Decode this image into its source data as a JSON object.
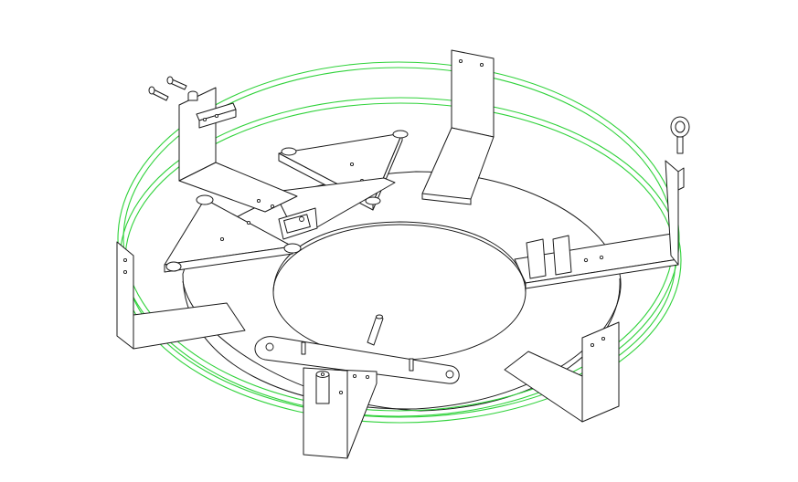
{
  "colors": {
    "line": "#1a1a1a",
    "ring": "#2fd23a",
    "background": "#ffffff"
  },
  "parts": [
    "base-plate",
    "center-disc",
    "outer-ring",
    "triangle-bracket-top",
    "triangle-bracket-left",
    "l-bracket-top-center",
    "l-bracket-top-left",
    "l-bracket-left",
    "l-bracket-bottom",
    "l-bracket-right",
    "flat-arm-right",
    "linkage-bar",
    "eye-bolt",
    "bolts",
    "pin"
  ]
}
